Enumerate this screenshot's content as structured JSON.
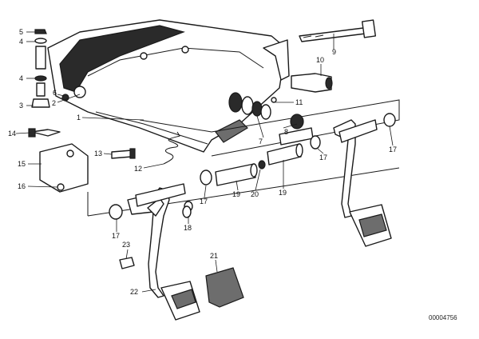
{
  "diagram": {
    "document_number": "00004756",
    "callouts": [
      {
        "id": "c5a",
        "text": "5"
      },
      {
        "id": "c4a",
        "text": "4"
      },
      {
        "id": "c4b",
        "text": "4"
      },
      {
        "id": "c3",
        "text": "3"
      },
      {
        "id": "c6",
        "text": "6"
      },
      {
        "id": "c2",
        "text": "2"
      },
      {
        "id": "c1",
        "text": "1"
      },
      {
        "id": "c9",
        "text": "9"
      },
      {
        "id": "c10",
        "text": "10"
      },
      {
        "id": "c11",
        "text": "11"
      },
      {
        "id": "c8",
        "text": "8"
      },
      {
        "id": "c7",
        "text": "7"
      },
      {
        "id": "c14",
        "text": "14"
      },
      {
        "id": "c15",
        "text": "15"
      },
      {
        "id": "c16",
        "text": "16"
      },
      {
        "id": "c13",
        "text": "13"
      },
      {
        "id": "c12",
        "text": "12"
      },
      {
        "id": "c17a",
        "text": "17"
      },
      {
        "id": "c17b",
        "text": "17"
      },
      {
        "id": "c17c",
        "text": "17"
      },
      {
        "id": "c17d",
        "text": "17"
      },
      {
        "id": "c19a",
        "text": "19"
      },
      {
        "id": "c20",
        "text": "20"
      },
      {
        "id": "c19b",
        "text": "19"
      },
      {
        "id": "c18",
        "text": "18"
      },
      {
        "id": "c23",
        "text": "23"
      },
      {
        "id": "c21",
        "text": "21"
      },
      {
        "id": "c22",
        "text": "22"
      }
    ]
  }
}
